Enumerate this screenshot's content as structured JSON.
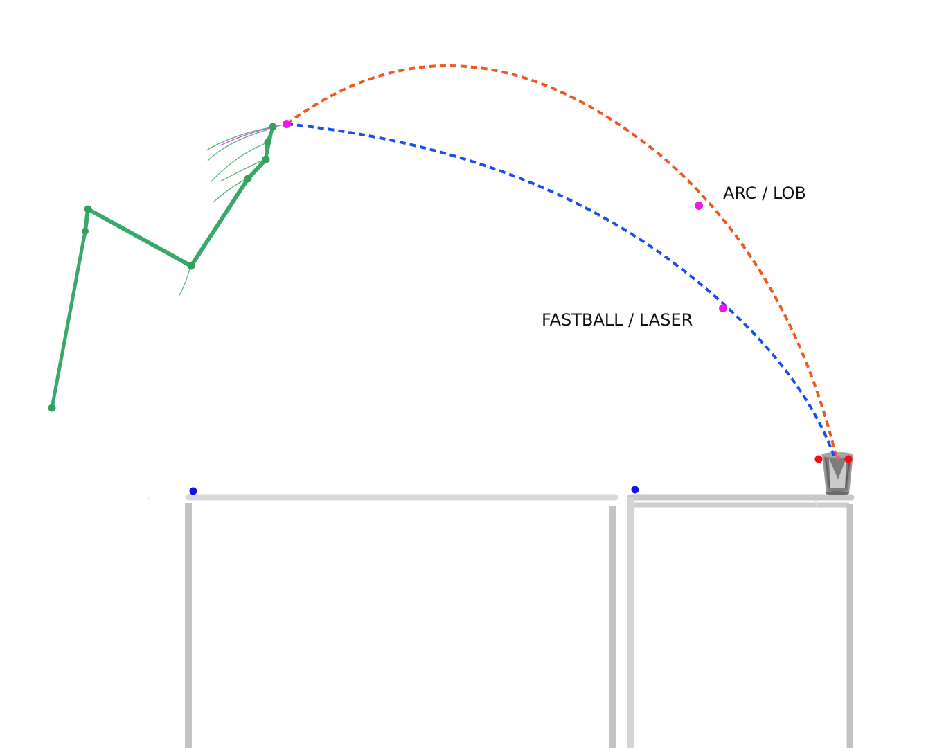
{
  "labels": {
    "arc": "ARC / LOB",
    "fastball": "FASTBALL / LASER"
  },
  "trajectories": [
    {
      "id": "arc",
      "color": "#f0581e",
      "label_key": "labels.arc"
    },
    {
      "id": "fastball",
      "color": "#1a4ef0",
      "label_key": "labels.fastball"
    }
  ],
  "colors": {
    "arm": "#3aa86a",
    "arm_joint": "#35a05e",
    "release_marker": "#f019e8",
    "table": "#c4c4c4",
    "table_light": "#d8d8d8",
    "table_marker": "#1010e8",
    "cup": "#8a8a8a",
    "cup_marker": "#f01010"
  },
  "icons": {
    "cup": "cup-icon",
    "arm": "robot-arm-icon"
  }
}
